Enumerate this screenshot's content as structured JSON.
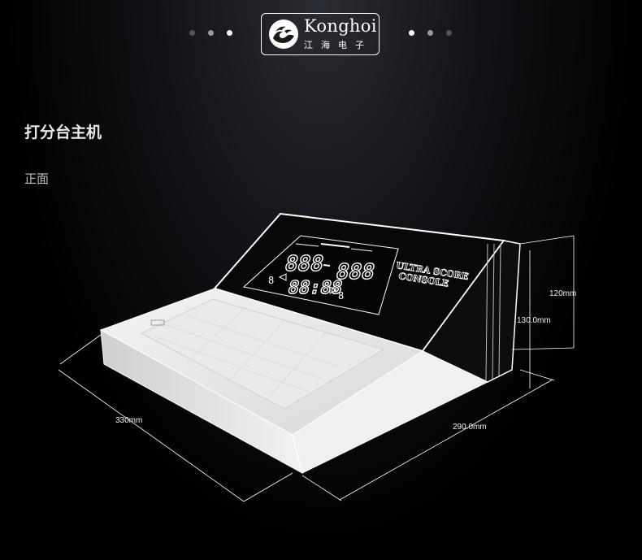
{
  "nav": {
    "dots": [
      {
        "color": "#555555"
      },
      {
        "color": "#9a9a9a"
      },
      {
        "color": "#ffffff"
      },
      {
        "color": "#ffffff"
      },
      {
        "color": "#9a9a9a"
      },
      {
        "color": "#555555"
      }
    ],
    "logo": {
      "brand": "Konghoi",
      "brand_cn": "江海电子",
      "icon": "wave-icon"
    }
  },
  "section": {
    "title": "打分台主机",
    "subtitle": "正面"
  },
  "product": {
    "device_label_line1": "ULTRA SCORE",
    "device_label_line2": "CONSOLE",
    "display_digits_top_left": "888",
    "display_digits_top_right": "888",
    "display_digits_bottom": "88:88",
    "display_side_left": "8",
    "display_side_right": "8",
    "dimensions": {
      "length": "330mm",
      "depth": "290.0mm",
      "height": "120mm",
      "panel_height": "130.0mm"
    }
  }
}
